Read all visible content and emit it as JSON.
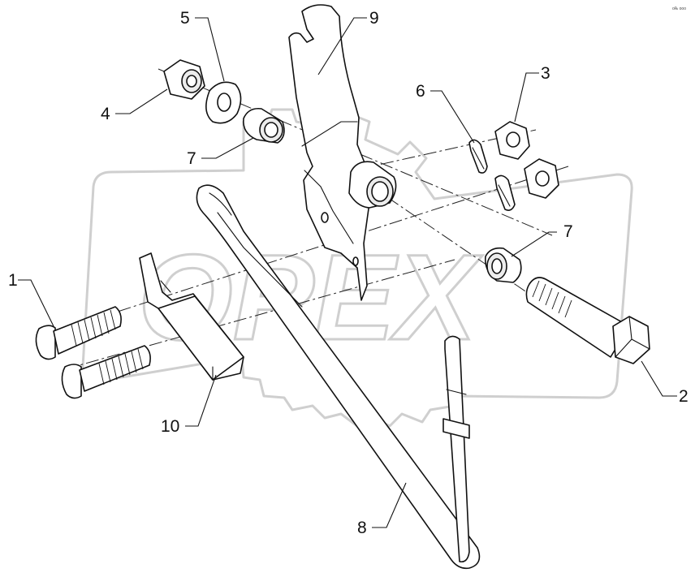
{
  "watermark": {
    "text": "OPEX"
  },
  "corner_code": "o℞ ooo",
  "callouts": [
    {
      "id": "c1",
      "label": "1"
    },
    {
      "id": "c2",
      "label": "2"
    },
    {
      "id": "c3",
      "label": "3"
    },
    {
      "id": "c4",
      "label": "4"
    },
    {
      "id": "c5",
      "label": "5"
    },
    {
      "id": "c6",
      "label": "6"
    },
    {
      "id": "c7a",
      "label": "7"
    },
    {
      "id": "c7b",
      "label": "7"
    },
    {
      "id": "c8",
      "label": "8"
    },
    {
      "id": "c9",
      "label": "9"
    },
    {
      "id": "c10",
      "label": "10"
    }
  ]
}
